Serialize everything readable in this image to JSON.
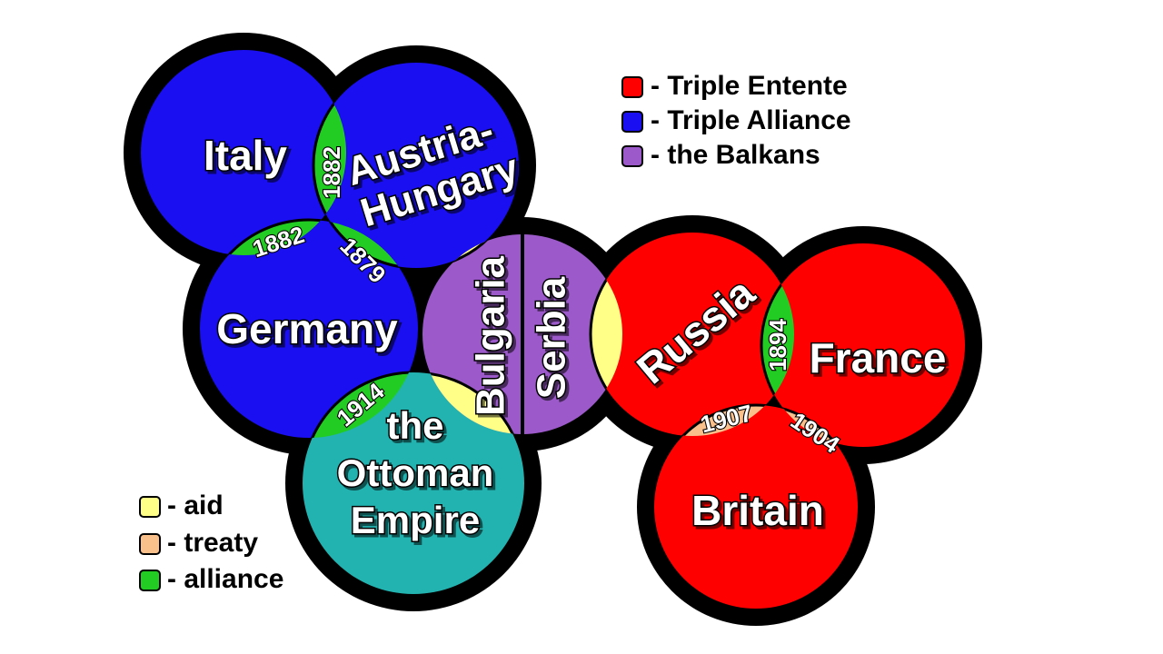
{
  "colors": {
    "triple_entente": "#ff0000",
    "triple_alliance": "#1a0ff0",
    "balkans": "#9b59c9",
    "ottoman": "#22b3b0",
    "aid": "#ffff88",
    "treaty": "#f9c08c",
    "alliance": "#22cc22"
  },
  "legend_top": [
    {
      "label": "- Triple Entente",
      "color": "#ff0000"
    },
    {
      "label": "- Triple Alliance",
      "color": "#1a0ff0"
    },
    {
      "label": "- the Balkans",
      "color": "#9b59c9"
    }
  ],
  "legend_bottom": [
    {
      "label": "- aid",
      "color": "#ffff88"
    },
    {
      "label": "- treaty",
      "color": "#f9c08c"
    },
    {
      "label": "- alliance",
      "color": "#22cc22"
    }
  ],
  "nations": {
    "italy": "Italy",
    "austria_line1": "Austria-",
    "austria_line2": "Hungary",
    "germany": "Germany",
    "bulgaria": "Bulgaria",
    "serbia": "Serbia",
    "ottoman_line1": "the",
    "ottoman_line2": "Ottoman",
    "ottoman_line3": "Empire",
    "russia": "Russia",
    "france": "France",
    "britain": "Britain"
  },
  "links": {
    "italy_austria": "1882",
    "italy_germany": "1882",
    "germany_austria": "1879",
    "germany_ottoman": "1914",
    "russia_france": "1894",
    "russia_britain": "1907",
    "france_britain": "1904"
  }
}
